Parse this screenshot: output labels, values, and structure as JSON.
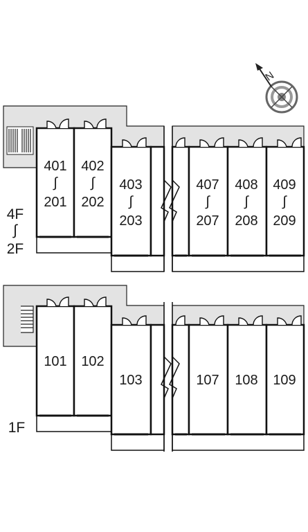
{
  "compass": {
    "north_label": "N",
    "icon": "compass-north-arrow-icon"
  },
  "upper_block": {
    "floor_label_top": "4F",
    "floor_label_tilde": "∫",
    "floor_label_bottom": "2F",
    "units": [
      {
        "top": "401",
        "mid": "∫",
        "bottom": "201"
      },
      {
        "top": "402",
        "mid": "∫",
        "bottom": "202"
      },
      {
        "top": "403",
        "mid": "∫",
        "bottom": "203"
      },
      {
        "top": "407",
        "mid": "∫",
        "bottom": "207"
      },
      {
        "top": "408",
        "mid": "∫",
        "bottom": "208"
      },
      {
        "top": "409",
        "mid": "∫",
        "bottom": "209"
      }
    ]
  },
  "lower_block": {
    "floor_label": "1F",
    "units": [
      "101",
      "102",
      "103",
      "107",
      "108",
      "109"
    ]
  },
  "colors": {
    "corridor": "#e3e3e3",
    "line": "#222222",
    "background": "#ffffff"
  }
}
